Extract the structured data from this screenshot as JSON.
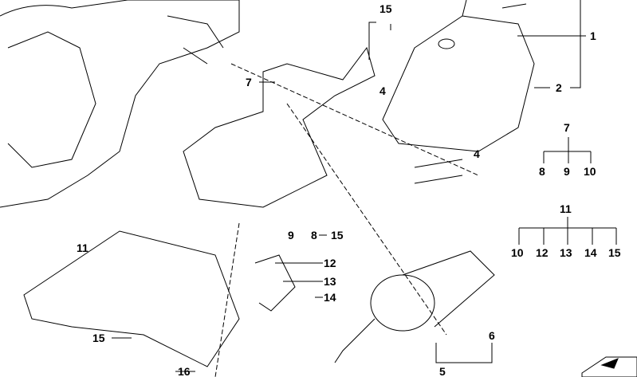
{
  "callouts": [
    {
      "id": "c1",
      "text": "15"
    },
    {
      "id": "c2",
      "text": "1"
    },
    {
      "id": "c3",
      "text": "7"
    },
    {
      "id": "c4",
      "text": "4"
    },
    {
      "id": "c5",
      "text": "2"
    },
    {
      "id": "c6",
      "text": "7"
    },
    {
      "id": "c7",
      "text": "8"
    },
    {
      "id": "c8",
      "text": "9"
    },
    {
      "id": "c9",
      "text": "10"
    },
    {
      "id": "c10",
      "text": "4"
    },
    {
      "id": "c11",
      "text": "11"
    },
    {
      "id": "c12",
      "text": "10"
    },
    {
      "id": "c13",
      "text": "12"
    },
    {
      "id": "c14",
      "text": "13"
    },
    {
      "id": "c15",
      "text": "14"
    },
    {
      "id": "c16",
      "text": "15"
    },
    {
      "id": "c17",
      "text": "11"
    },
    {
      "id": "c18",
      "text": "9"
    },
    {
      "id": "c19",
      "text": "8"
    },
    {
      "id": "c20",
      "text": "15"
    },
    {
      "id": "c21",
      "text": "12"
    },
    {
      "id": "c22",
      "text": "13"
    },
    {
      "id": "c23",
      "text": "14"
    },
    {
      "id": "c24",
      "text": "6"
    },
    {
      "id": "c25",
      "text": "15"
    },
    {
      "id": "c26",
      "text": "16"
    },
    {
      "id": "c27",
      "text": "5"
    }
  ]
}
